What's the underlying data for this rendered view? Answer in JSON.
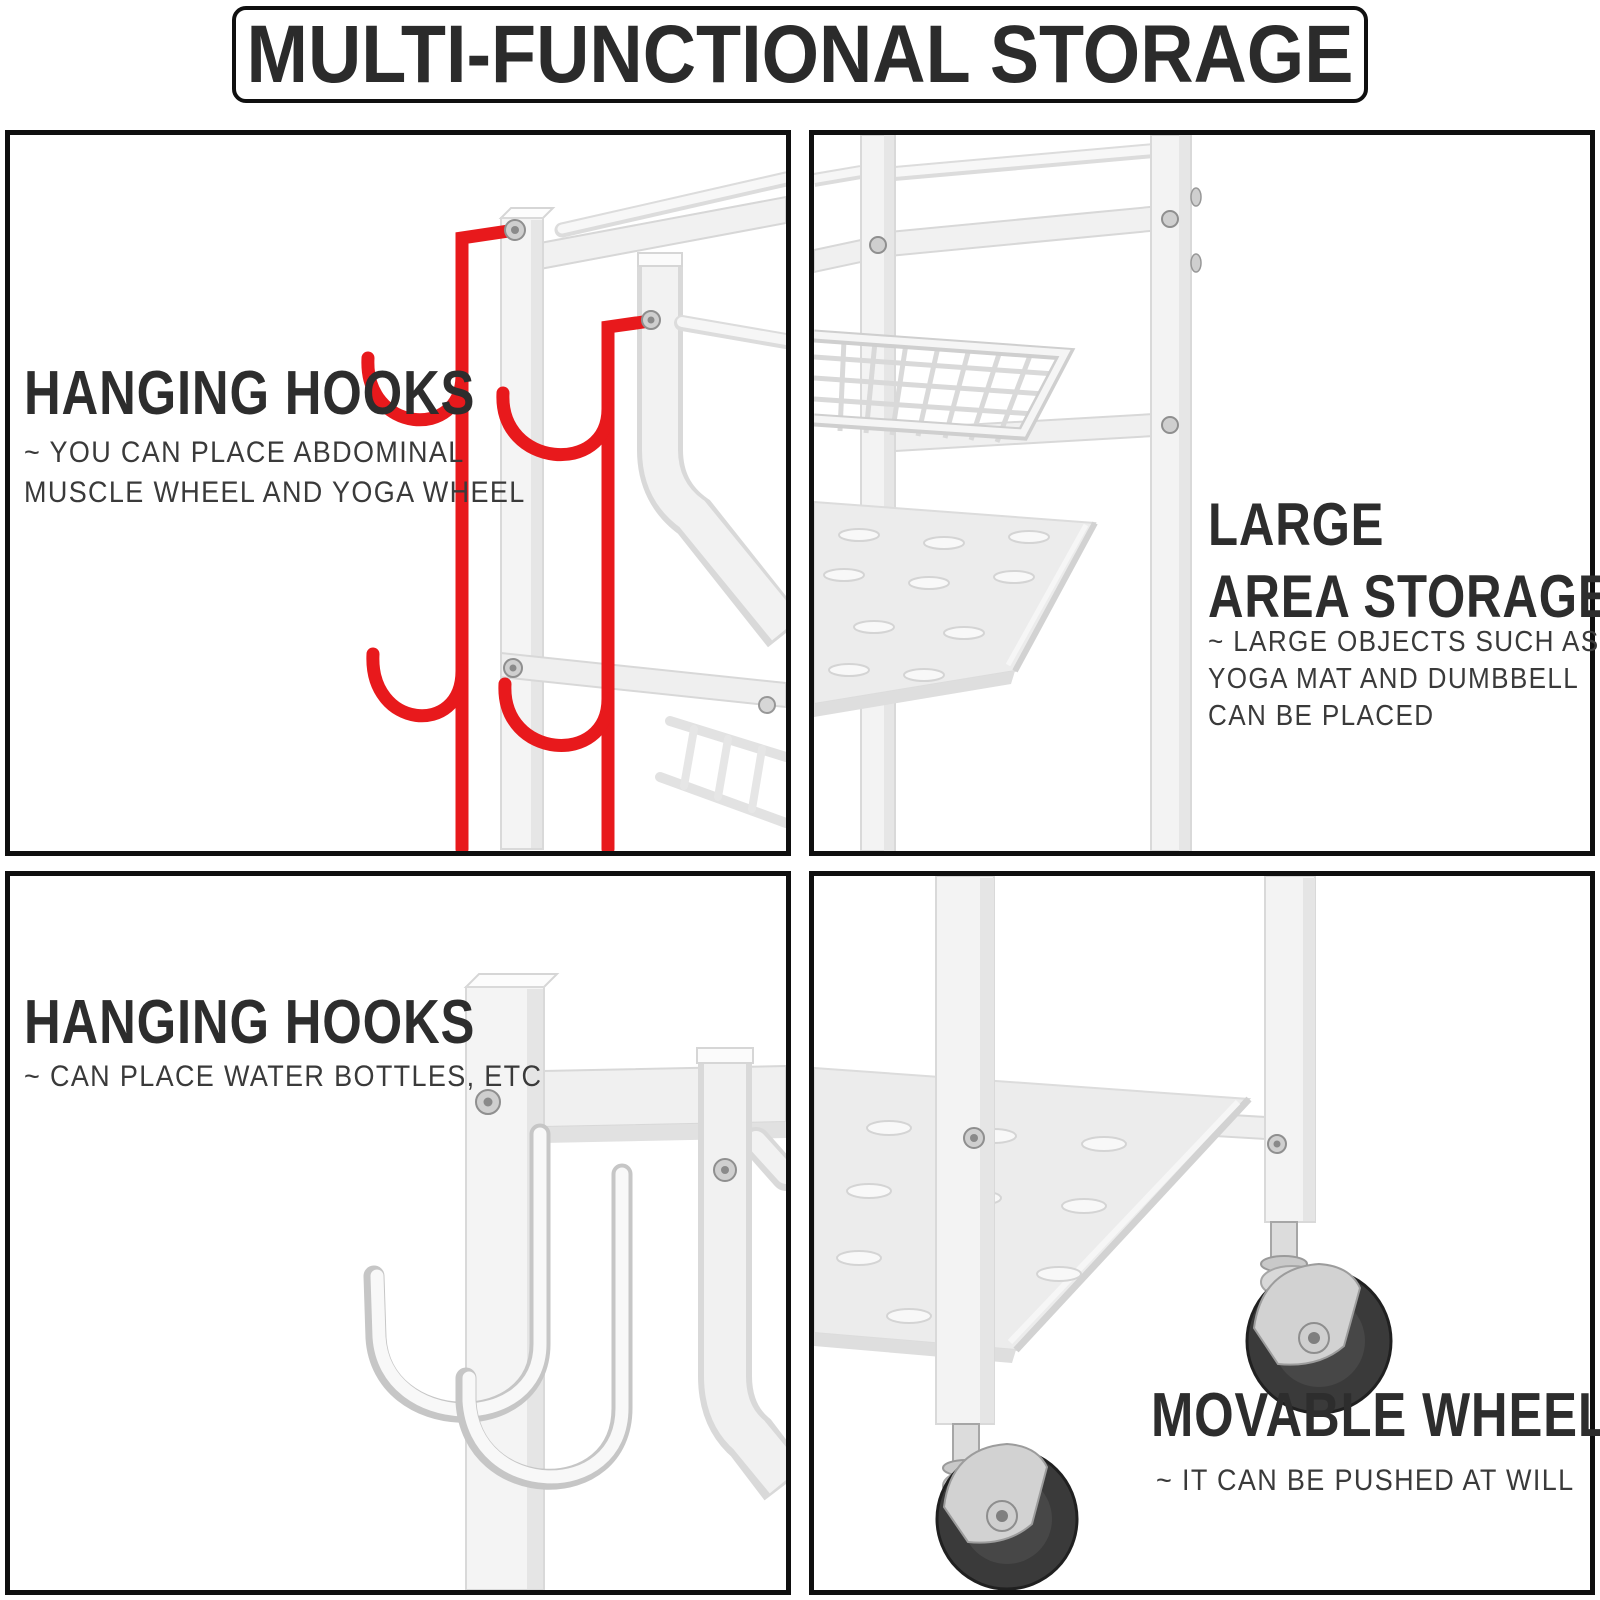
{
  "title": "MULTI-FUNCTIONAL STORAGE",
  "sections": {
    "top_left": {
      "heading": "HANGING HOOKS",
      "description_lines": [
        "~ YOU CAN PLACE ABDOMINAL",
        "MUSCLE WHEEL AND YOGA WHEEL"
      ]
    },
    "top_right": {
      "heading_lines": [
        "LARGE",
        "AREA STORAGE"
      ],
      "description_lines": [
        "~ LARGE OBJECTS SUCH AS",
        "YOGA MAT AND DUMBBELL",
        "CAN BE PLACED"
      ]
    },
    "bottom_left": {
      "heading": "HANGING HOOKS",
      "description_lines": [
        "~ CAN PLACE WATER BOTTLES, ETC"
      ]
    },
    "bottom_right": {
      "heading": "MOVABLE WHEELS",
      "description_lines": [
        "~ IT CAN BE PUSHED AT WILL"
      ]
    }
  },
  "illustrations": {
    "top_left": "red-hanging-hooks-on-white-rack",
    "top_right": "rack-shelves-grid-basket-and-perforated-shelf",
    "bottom_left": "white-hanging-hooks-on-rack-leg",
    "bottom_right": "rack-base-with-two-caster-wheels"
  },
  "colors": {
    "accent_red": "#e8191c",
    "heading_text": "#2d2d2d",
    "body_text": "#3a3a3a",
    "panel_border": "#0f0f0f",
    "metal_white": "#f3f3f3",
    "metal_outline": "#d6d6d6",
    "wheel_black": "#383838",
    "chrome": "#d2d2d2",
    "background": "#ffffff"
  }
}
